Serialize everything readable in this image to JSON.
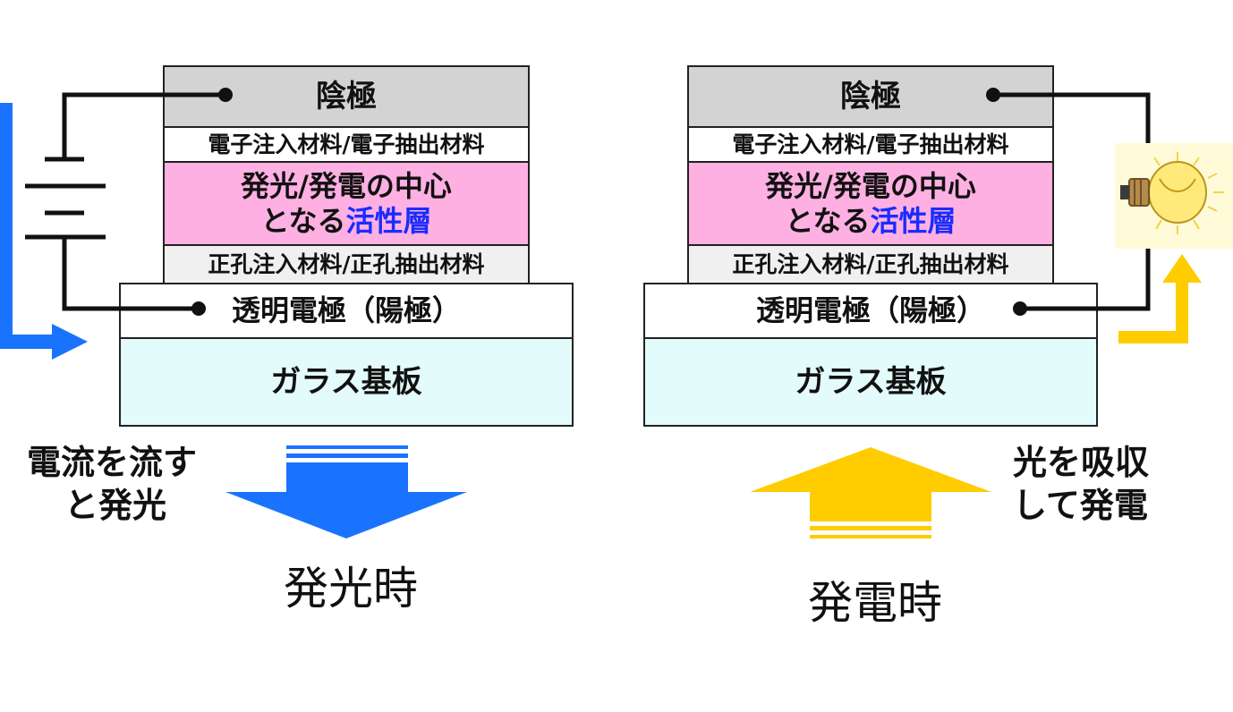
{
  "left": {
    "cathode": "陰極",
    "etl": "電子注入材料/電子抽出材料",
    "active_line1": "発光/発電の中心",
    "active_line2_prefix": "となる",
    "active_line2_highlight": "活性層",
    "htl": "正孔注入材料/正孔抽出材料",
    "anode": "透明電極（陽極）",
    "glass": "ガラス基板",
    "caption_line1": "電流を流す",
    "caption_line2": "と発光",
    "mode": "発光時"
  },
  "right": {
    "cathode": "陰極",
    "etl": "電子注入材料/電子抽出材料",
    "active_line1": "発光/発電の中心",
    "active_line2_prefix": "となる",
    "active_line2_highlight": "活性層",
    "htl": "正孔注入材料/正孔抽出材料",
    "anode": "透明電極（陽極）",
    "glass": "ガラス基板",
    "caption_line1": "光を吸収",
    "caption_line2": "して発電",
    "mode": "発電時"
  },
  "colors": {
    "cathode": "#d3d3d3",
    "active_layer": "#ffb0e2",
    "glass": "#e3fbfb",
    "highlight_text": "#1a2cff",
    "current_arrow": "#1a73ff",
    "light_arrow": "#ffcc00"
  },
  "icons": {
    "left_source": "battery-icon",
    "right_load": "light-bulb-icon"
  }
}
